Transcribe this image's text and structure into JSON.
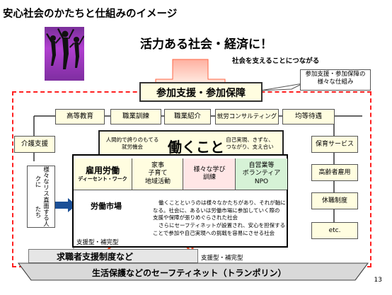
{
  "title": "安心社会のかたちと仕組みのイメージ",
  "header": {
    "main": "活力ある社会・経済に！",
    "sub": "社会を支えることにつながる",
    "callout": [
      "参加支援・参加保障の",
      "様々な仕組み"
    ]
  },
  "core": {
    "label": "参加支援・参加保障"
  },
  "top_row": [
    "高等教育",
    "職業訓練",
    "職業紹介",
    "就労コンサルティング",
    "均等待遇"
  ],
  "left_col": {
    "care": "介護支援",
    "risk_lines": [
      "様々なリスクに",
      "直面する人たち"
    ]
  },
  "right_col": [
    "保育サービス",
    "高齢者雇用",
    "休職制度",
    "etc."
  ],
  "work": {
    "left_text": [
      "人間的で誇りのもてる",
      "就労機会"
    ],
    "center": "働くこと",
    "right_text": [
      "自己実現、きずな、",
      "つながり、支え合い"
    ]
  },
  "employment": {
    "title": "雇用労働",
    "sub": "ディーセント・ワーク"
  },
  "grid": [
    [
      "家事",
      "子育て",
      "地域活動"
    ],
    [
      "様々な学び",
      "訓練"
    ],
    [
      "自営業等",
      "ボランティア",
      "NPO"
    ]
  ],
  "labor_market": "労働市場",
  "description": [
    "働くことというのは様々なかたちがあり、それが軸に",
    "なる。社会に、あるいは労働市場に参加していく際の",
    "支援や保障が張りめぐらされた社会",
    "さらにセーフティネットが設置され、安心を担保する",
    "ことで参加や自己実現への挑戦を容易にさせる社会"
  ],
  "support_type_1": "支援型・補完型",
  "support_type_2": "支援型・補完型",
  "job_seeker": "求職者支援制度など",
  "safety_net": "生活保護などのセーフティネット（トランポリン）",
  "page_number": "13",
  "colors": {
    "dashed": "#ff2020",
    "arrow": "#ff5533",
    "box_fill": "#fffde0",
    "pink_cell": "#ffe6e6",
    "green_cell": "#d6f2d6"
  }
}
